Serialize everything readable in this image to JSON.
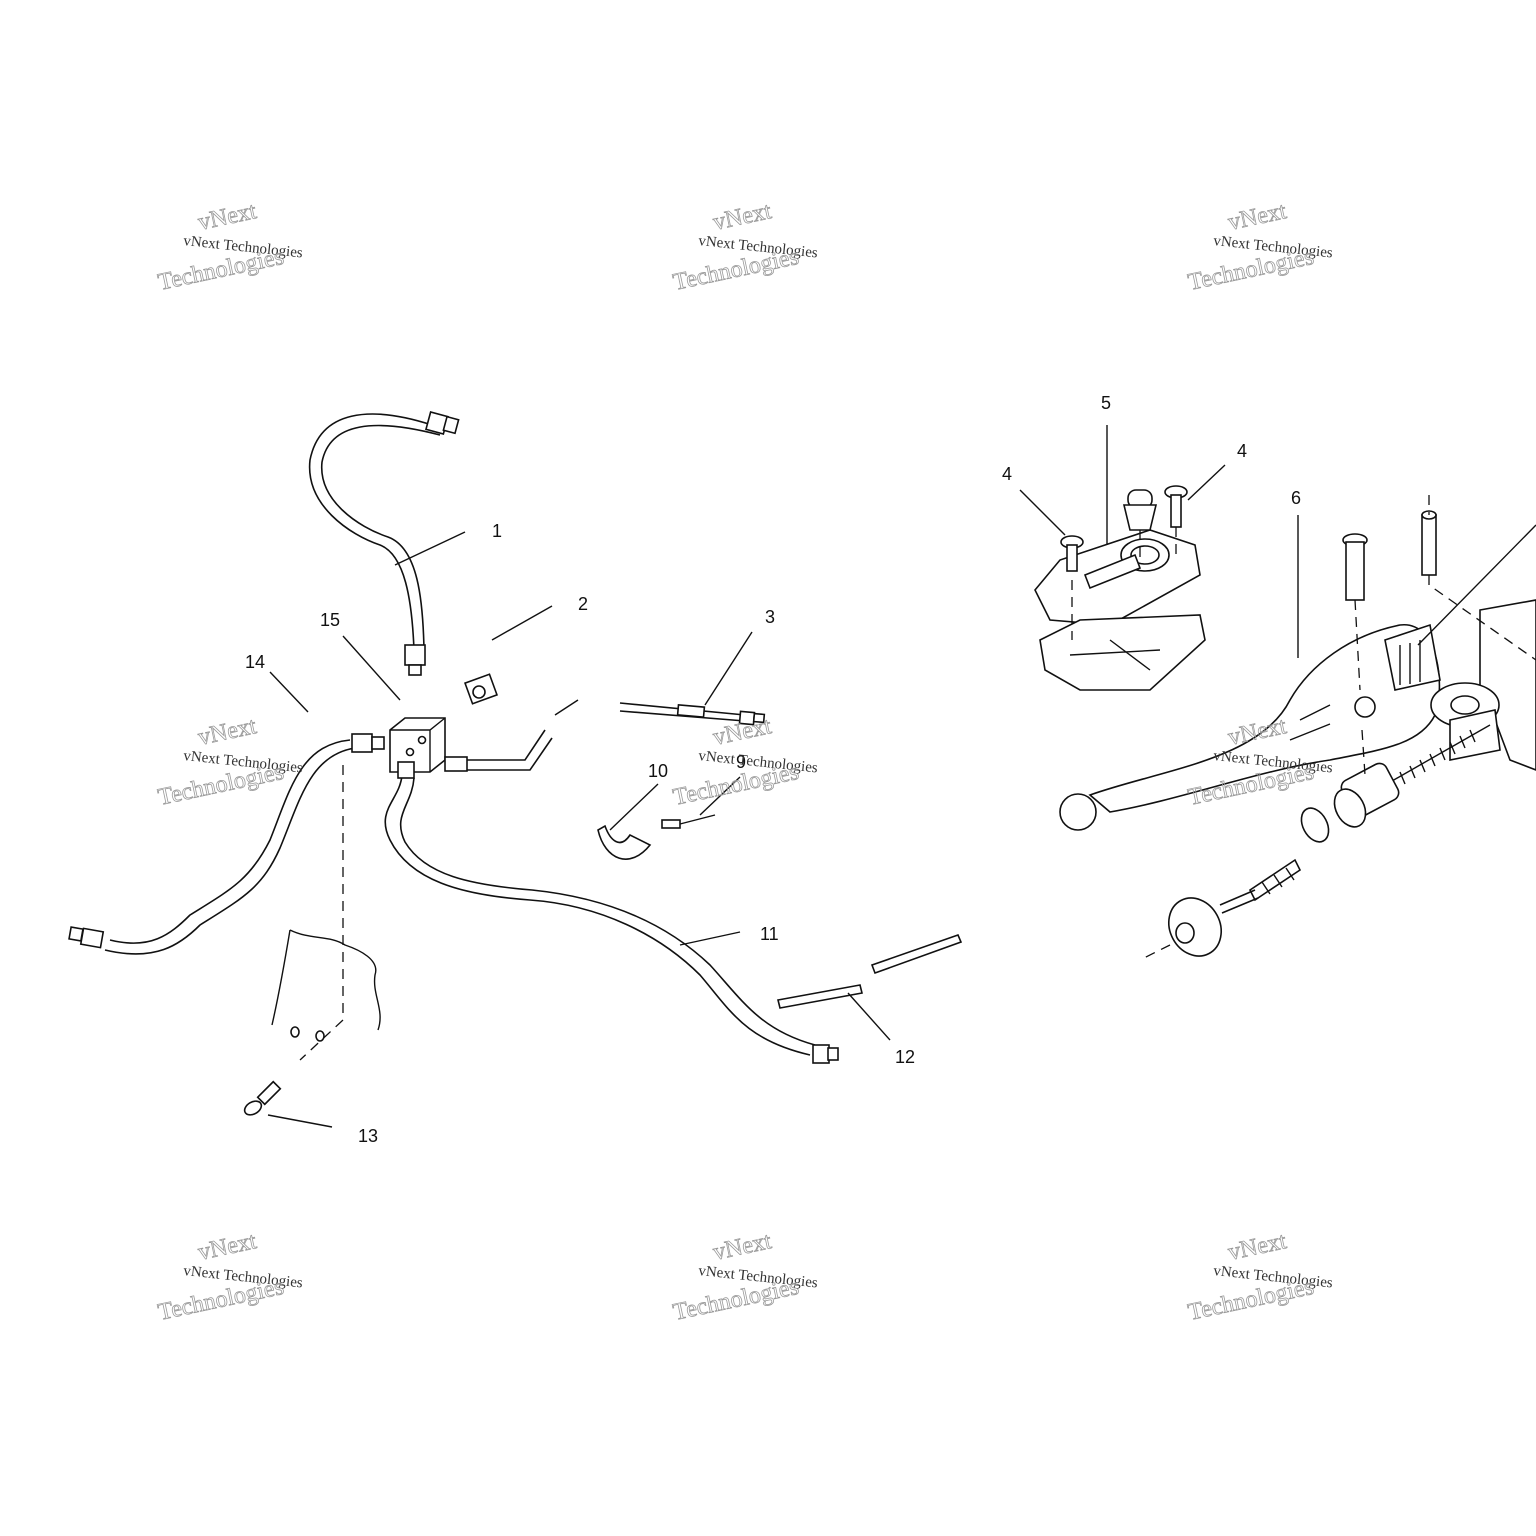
{
  "callouts": {
    "c1": "1",
    "c2": "2",
    "c3": "3",
    "c4a": "4",
    "c4b": "4",
    "c5": "5",
    "c6": "6",
    "c9": "9",
    "c10": "10",
    "c11": "11",
    "c12": "12",
    "c13": "13",
    "c14": "14",
    "c15": "15"
  },
  "watermark": {
    "top": "vNext",
    "line": "vNext Technologies",
    "big": "Technologies"
  }
}
